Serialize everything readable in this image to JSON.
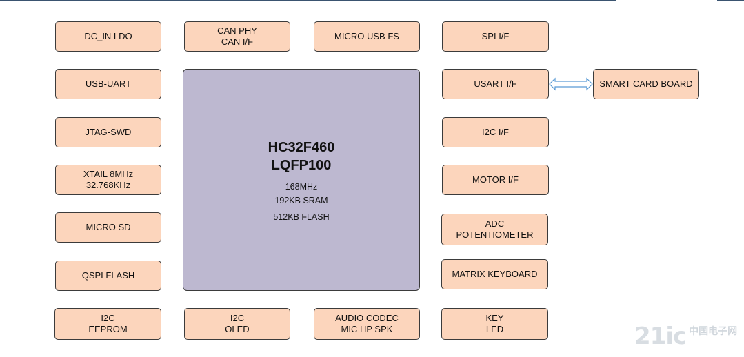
{
  "blocks": {
    "dc_in_ldo": "DC_IN LDO",
    "can_phy": "CAN PHY\nCAN I/F",
    "micro_usb_fs": "MICRO USB FS",
    "spi_if": "SPI I/F",
    "usb_uart": "USB-UART",
    "usart_if": "USART I/F",
    "smart_card_board": "SMART CARD BOARD",
    "jtag_swd": "JTAG-SWD",
    "i2c_if": "I2C I/F",
    "xtail": "XTAIL 8MHz\n32.768KHz",
    "motor_if": "MOTOR I/F",
    "micro_sd": "MICRO SD",
    "adc_pot": "ADC\nPOTENTIOMETER",
    "qspi_flash": "QSPI FLASH",
    "matrix_keyboard": "MATRIX KEYBOARD",
    "i2c_eeprom": "I2C\nEEPROM",
    "i2c_oled": "I2C\nOLED",
    "audio_codec": "AUDIO CODEC\nMIC HP SPK",
    "key_led": "KEY\nLED"
  },
  "mcu": {
    "name": "HC32F460\nLQFP100",
    "freq": "168MHz",
    "sram": "192KB SRAM",
    "flash": "512KB FLASH"
  },
  "watermark": {
    "brand": "21ic",
    "site": "中国电子网"
  },
  "colors": {
    "peripheral_fill": "#fcd5bc",
    "mcu_fill": "#bdb8d0",
    "arrow": "#5b9bd5",
    "border": "#3b3b3b"
  }
}
